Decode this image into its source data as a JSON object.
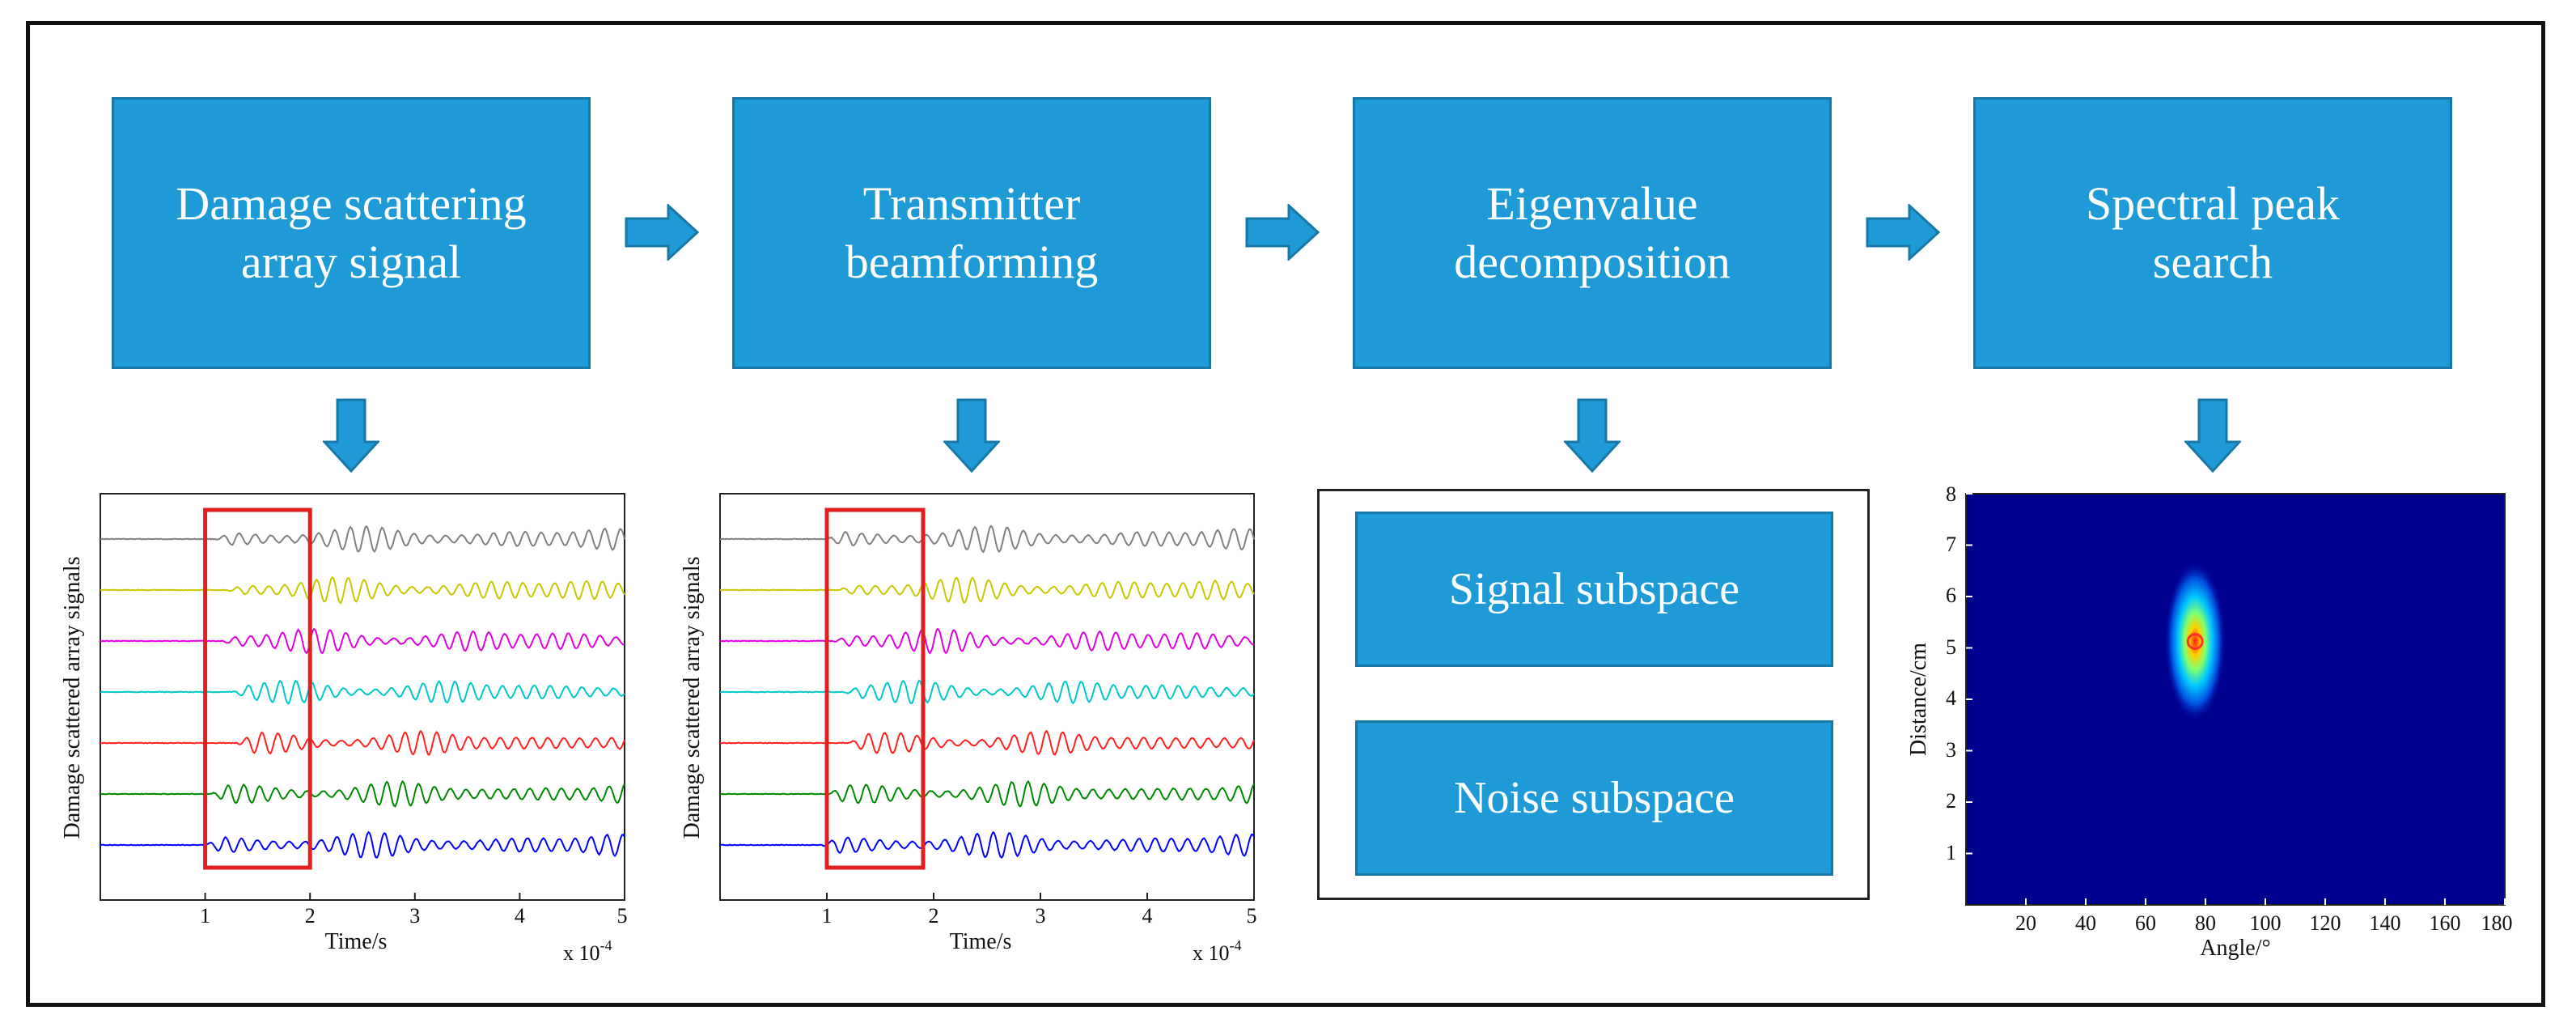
{
  "steps": [
    {
      "label": "Damage scattering\narray signal"
    },
    {
      "label": "Transmitter\nbeamforming"
    },
    {
      "label": "Eigenvalue\ndecomposition"
    },
    {
      "label": "Spectral peak\nsearch"
    }
  ],
  "subspaces": {
    "signal": "Signal subspace",
    "noise": "Noise subspace"
  },
  "colors": {
    "box_fill": "#1e9ad6",
    "box_border": "#1778a8",
    "arrow": "#1e9ad6",
    "highlight": "#e0201f"
  },
  "plot1": {
    "ylabel": "Damage scattered array signals",
    "xlabel": "Time/s",
    "multiplier": "x 10",
    "exponent": "-4",
    "xticks": [
      "1",
      "2",
      "3",
      "4",
      "5"
    ]
  },
  "plot2": {
    "ylabel": "Damage scattered array signals",
    "xlabel": "Time/s",
    "multiplier": "x 10",
    "exponent": "-4",
    "xticks": [
      "1",
      "2",
      "3",
      "4",
      "5"
    ]
  },
  "plot3": {
    "ylabel": "Distance/cm",
    "xlabel": "Angle/°",
    "xticks": [
      "20",
      "40",
      "60",
      "80",
      "100",
      "120",
      "140",
      "160",
      "180"
    ],
    "yticks": [
      "1",
      "2",
      "3",
      "4",
      "5",
      "6",
      "7",
      "8"
    ],
    "peak": {
      "angle": 80,
      "distance": 5
    }
  },
  "chart_data": [
    {
      "type": "line",
      "xlabel": "Time/s",
      "ylabel": "Damage scattered array signals",
      "xlim": [
        0,
        5
      ],
      "x_unit_multiplier": "x 10^-4",
      "series_colors": [
        "#808080",
        "#c8c800",
        "#e000e0",
        "#00c8c8",
        "#ff2020",
        "#008800",
        "#0000ff"
      ],
      "highlight_window": [
        1,
        2
      ]
    },
    {
      "type": "line",
      "xlabel": "Time/s",
      "ylabel": "Damage scattered array signals",
      "xlim": [
        0,
        5
      ],
      "x_unit_multiplier": "x 10^-4",
      "series_colors": [
        "#808080",
        "#c8c800",
        "#e000e0",
        "#00c8c8",
        "#ff2020",
        "#008800",
        "#0000ff"
      ],
      "highlight_window": [
        1,
        1.9
      ]
    },
    {
      "type": "heatmap",
      "xlabel": "Angle/°",
      "ylabel": "Distance/cm",
      "xlim": [
        0,
        180
      ],
      "ylim": [
        0,
        8
      ],
      "peak": {
        "angle": 80,
        "distance": 5
      }
    }
  ]
}
